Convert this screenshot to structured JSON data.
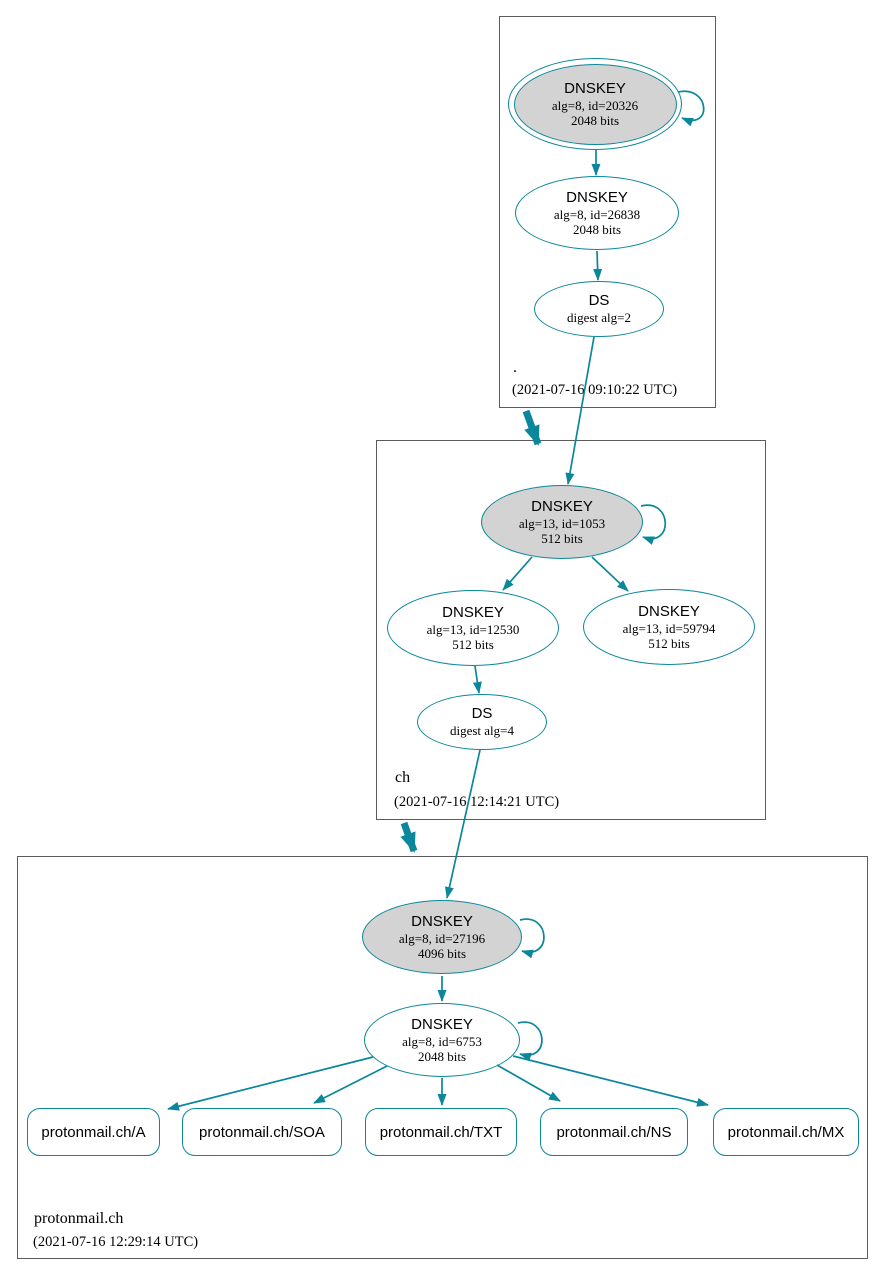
{
  "diagram": {
    "kind": "dnssec-authentication-chain-graph",
    "colors": {
      "edge_secure": "#0a879a",
      "ksk_fill": "#d3d3d3",
      "node_fill": "#ffffff",
      "cluster_border": "#5b5b5b"
    }
  },
  "zones": {
    "root": {
      "label": ".",
      "timestamp": "(2021-07-16 09:10:22 UTC)",
      "ksk": {
        "title": "DNSKEY",
        "alg": "alg=8, id=20326",
        "bits": "2048 bits"
      },
      "zsk": {
        "title": "DNSKEY",
        "alg": "alg=8, id=26838",
        "bits": "2048 bits"
      },
      "ds": {
        "title": "DS",
        "digest": "digest alg=2"
      }
    },
    "ch": {
      "label": "ch",
      "timestamp": "(2021-07-16 12:14:21 UTC)",
      "ksk": {
        "title": "DNSKEY",
        "alg": "alg=13, id=1053",
        "bits": "512 bits"
      },
      "zsk1": {
        "title": "DNSKEY",
        "alg": "alg=13, id=12530",
        "bits": "512 bits"
      },
      "zsk2": {
        "title": "DNSKEY",
        "alg": "alg=13, id=59794",
        "bits": "512 bits"
      },
      "ds": {
        "title": "DS",
        "digest": "digest alg=4"
      }
    },
    "protonmail": {
      "label": "protonmail.ch",
      "timestamp": "(2021-07-16 12:29:14 UTC)",
      "ksk": {
        "title": "DNSKEY",
        "alg": "alg=8, id=27196",
        "bits": "4096 bits"
      },
      "zsk": {
        "title": "DNSKEY",
        "alg": "alg=8, id=6753",
        "bits": "2048 bits"
      },
      "rrsets": {
        "a": "protonmail.ch/A",
        "soa": "protonmail.ch/SOA",
        "txt": "protonmail.ch/TXT",
        "ns": "protonmail.ch/NS",
        "mx": "protonmail.ch/MX"
      }
    }
  }
}
